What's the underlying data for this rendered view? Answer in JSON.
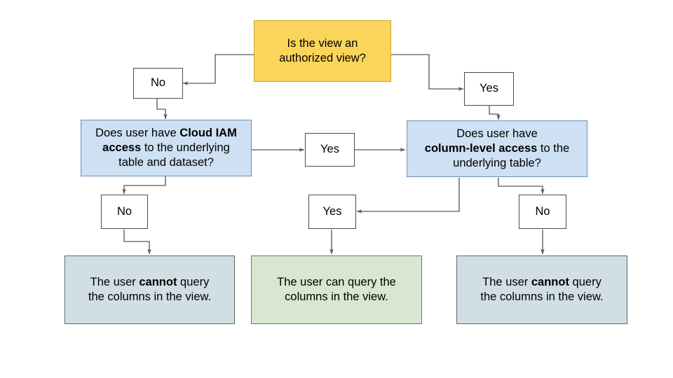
{
  "diagram": {
    "title": "BigQuery authorized view column access decision flow",
    "background_color": "#ffffff",
    "palette": {
      "start_fill": "#FBD45B",
      "start_stroke": "#C9A227",
      "decision_fill": "#CEE0F3",
      "decision_stroke": "#6E8FB5",
      "branch_fill": "#FFFFFF",
      "branch_stroke": "#4A4A4A",
      "deny_fill": "#D1DFE4",
      "deny_stroke": "#5C6A6E",
      "allow_fill": "#D9E7D0",
      "allow_stroke": "#6A7A60",
      "connector_stroke": "#595959",
      "text_color": "#000000"
    }
  },
  "nodes": {
    "start_question": {
      "label": "Is the view an authorized view?",
      "html": "Is the view an<br>authorized view?",
      "kind": "decision-start"
    },
    "branch_start_no": {
      "label": "No",
      "html": "No",
      "kind": "branch"
    },
    "branch_start_yes": {
      "label": "Yes",
      "html": "Yes",
      "kind": "branch"
    },
    "decision_iam": {
      "label": "Does user have Cloud IAM access to the underlying table and dataset?",
      "html": "Does user have <b>Cloud IAM</b><br><b>access</b> to the underlying<br>table and dataset?",
      "kind": "decision"
    },
    "branch_iam_yes": {
      "label": "Yes",
      "html": "Yes",
      "kind": "branch"
    },
    "branch_iam_no": {
      "label": "No",
      "html": "No",
      "kind": "branch"
    },
    "decision_column": {
      "label": "Does user have column-level access to the underlying table?",
      "html": "Does user have<br><b>column-level access</b> to the<br>underlying table?",
      "kind": "decision"
    },
    "branch_column_yes": {
      "label": "Yes",
      "html": "Yes",
      "kind": "branch"
    },
    "branch_column_no": {
      "label": "No",
      "html": "No",
      "kind": "branch"
    },
    "outcome_deny_left": {
      "label": "The user cannot query the columns in the view.",
      "html": "The user <b>cannot</b> query<br>the columns in the view.",
      "kind": "outcome-deny"
    },
    "outcome_allow_center": {
      "label": "The user can query the columns in the view.",
      "html": "The user can query the<br>columns in the view.",
      "kind": "outcome-allow"
    },
    "outcome_deny_right": {
      "label": "The user cannot query the columns in the view.",
      "html": "The user <b>cannot</b> query<br>the columns in the view.",
      "kind": "outcome-deny"
    }
  },
  "edges": [
    {
      "from": "start_question",
      "to": "branch_start_no",
      "label": ""
    },
    {
      "from": "start_question",
      "to": "branch_start_yes",
      "label": ""
    },
    {
      "from": "branch_start_no",
      "to": "decision_iam",
      "label": ""
    },
    {
      "from": "branch_start_yes",
      "to": "decision_column",
      "label": ""
    },
    {
      "from": "decision_iam",
      "to": "branch_iam_yes",
      "label": ""
    },
    {
      "from": "branch_iam_yes",
      "to": "decision_column",
      "label": ""
    },
    {
      "from": "decision_iam",
      "to": "branch_iam_no",
      "label": ""
    },
    {
      "from": "branch_iam_no",
      "to": "outcome_deny_left",
      "label": ""
    },
    {
      "from": "decision_column",
      "to": "branch_column_yes",
      "label": ""
    },
    {
      "from": "branch_column_yes",
      "to": "outcome_allow_center",
      "label": ""
    },
    {
      "from": "decision_column",
      "to": "branch_column_no",
      "label": ""
    },
    {
      "from": "branch_column_no",
      "to": "outcome_deny_right",
      "label": ""
    }
  ]
}
